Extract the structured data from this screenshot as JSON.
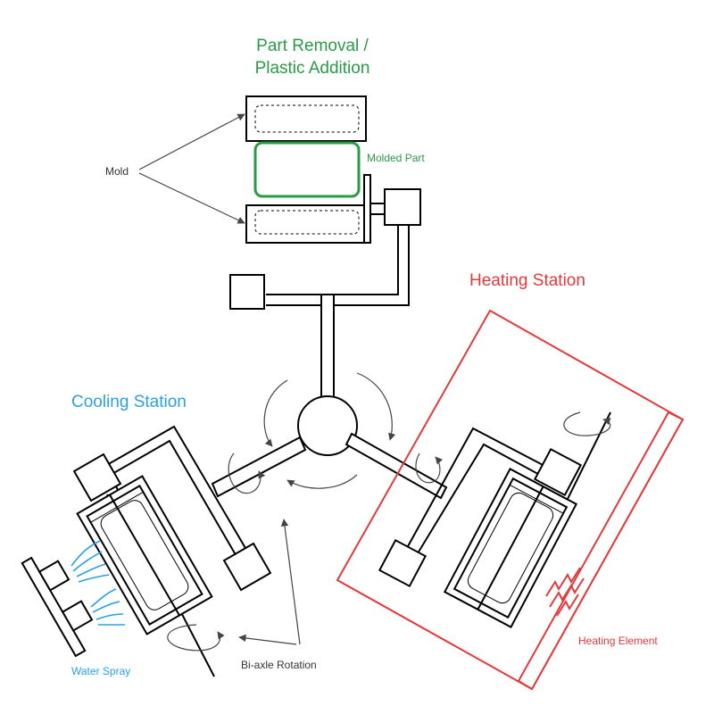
{
  "labels": {
    "part_removal_line1": "Part Removal /",
    "part_removal_line2": "Plastic Addition",
    "mold": "Mold",
    "molded_part": "Molded Part",
    "heating_station": "Heating Station",
    "cooling_station": "Cooling Station",
    "heating_element": "Heating Element",
    "water_spray": "Water Spray",
    "bi_axle_rotation": "Bi-axle Rotation"
  },
  "colors": {
    "part_removal": "#2a9a45",
    "heating": "#e23a3a",
    "cooling": "#2aa0e0",
    "structure": "#000000"
  }
}
